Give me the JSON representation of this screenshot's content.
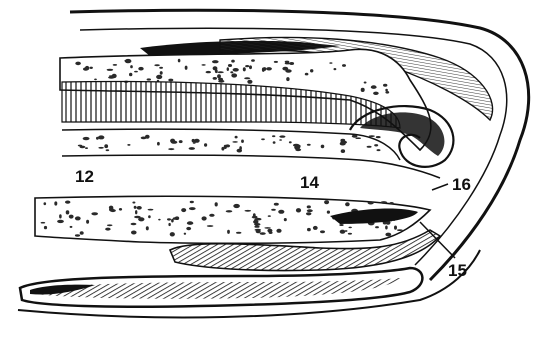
{
  "figure": {
    "labels": {
      "l12": "12",
      "l14": "14",
      "l15": "15",
      "l16": "16"
    },
    "colors": {
      "ink": "#111111",
      "paper": "#ffffff",
      "stipple": "#2a2a2a"
    }
  }
}
